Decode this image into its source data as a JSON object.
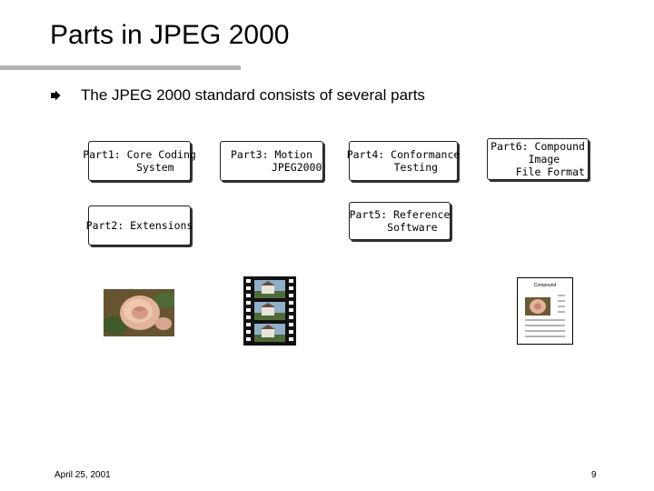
{
  "slide": {
    "title": "Parts in JPEG 2000",
    "bullet": "The JPEG 2000 standard consists of several parts"
  },
  "parts": {
    "part1": "Part1: Core Coding\n     System",
    "part2": "Part2: Extensions",
    "part3": "Part3: Motion\n        JPEG2000",
    "part4": "Part4: Conformance\n    Testing",
    "part5": "Part5: Reference\n    Software",
    "part6": "Part6: Compound\n  Image\n    File Format"
  },
  "document_thumb": {
    "heading": "Compound"
  },
  "footer": {
    "date": "April 25, 2001",
    "page": "9"
  },
  "colors": {
    "title_rule": "#b3b3b3",
    "box_border": "#222222"
  }
}
